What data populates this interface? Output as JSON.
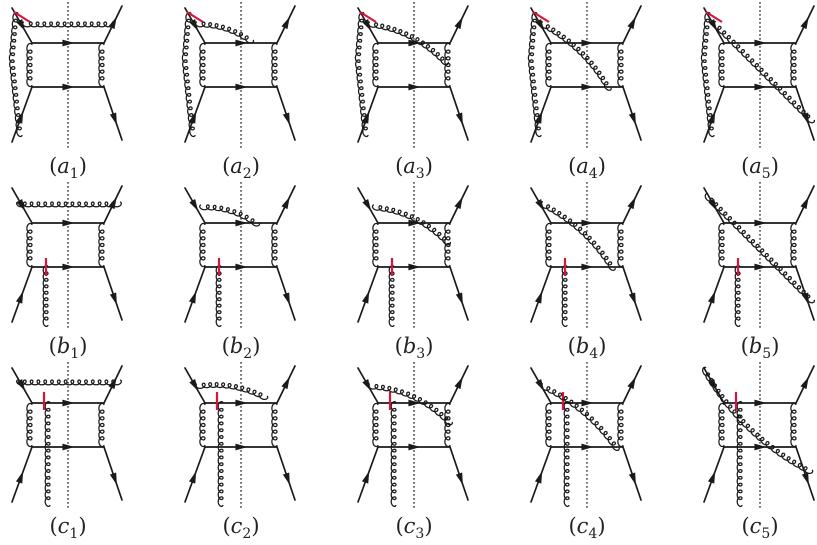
{
  "colors": {
    "line": "#1a1a1a",
    "cut": "#d8143c"
  },
  "rows": [
    {
      "letter": "a",
      "id": "a"
    },
    {
      "letter": "b",
      "id": "b"
    },
    {
      "letter": "c",
      "id": "c"
    }
  ],
  "columns": [
    "1",
    "2",
    "3",
    "4",
    "5"
  ],
  "diagrams": [
    {
      "id": "a1",
      "letter": "a",
      "sub": "1"
    },
    {
      "id": "a2",
      "letter": "a",
      "sub": "2"
    },
    {
      "id": "a3",
      "letter": "a",
      "sub": "3"
    },
    {
      "id": "a4",
      "letter": "a",
      "sub": "4"
    },
    {
      "id": "a5",
      "letter": "a",
      "sub": "5"
    },
    {
      "id": "b1",
      "letter": "b",
      "sub": "1"
    },
    {
      "id": "b2",
      "letter": "b",
      "sub": "2"
    },
    {
      "id": "b3",
      "letter": "b",
      "sub": "3"
    },
    {
      "id": "b4",
      "letter": "b",
      "sub": "4"
    },
    {
      "id": "b5",
      "letter": "b",
      "sub": "5"
    },
    {
      "id": "c1",
      "letter": "c",
      "sub": "1"
    },
    {
      "id": "c2",
      "letter": "c",
      "sub": "2"
    },
    {
      "id": "c3",
      "letter": "c",
      "sub": "3"
    },
    {
      "id": "c4",
      "letter": "c",
      "sub": "4"
    },
    {
      "id": "c5",
      "letter": "c",
      "sub": "5"
    }
  ]
}
